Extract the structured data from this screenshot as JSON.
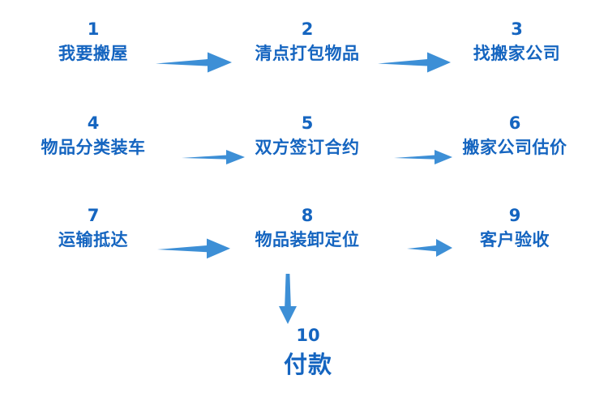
{
  "diagram": {
    "title_text": "",
    "accent_color": "#1565C0",
    "arrow_color": "#3d8fd6",
    "background": "#ffffff"
  },
  "steps": [
    {
      "number": "1",
      "label": "我要搬屋"
    },
    {
      "number": "2",
      "label": "清点打包物品"
    },
    {
      "number": "3",
      "label": "找搬家公司"
    },
    {
      "number": "4",
      "label": "物品分类装车"
    },
    {
      "number": "5",
      "label": "双方签订合约"
    },
    {
      "number": "6",
      "label": "搬家公司估价"
    },
    {
      "number": "7",
      "label": "运输抵达"
    },
    {
      "number": "8",
      "label": "物品装卸定位"
    },
    {
      "number": "9",
      "label": "客户验收"
    },
    {
      "number": "10",
      "label": "付款"
    }
  ],
  "connectors": [
    {
      "id": "arrow-1-to-2",
      "direction": "right"
    },
    {
      "id": "arrow-2-to-3",
      "direction": "right"
    },
    {
      "id": "arrow-4-to-5",
      "direction": "right"
    },
    {
      "id": "arrow-5-to-6",
      "direction": "right"
    },
    {
      "id": "arrow-7-to-8",
      "direction": "right"
    },
    {
      "id": "arrow-8-to-9",
      "direction": "right"
    },
    {
      "id": "arrow-8-to-10",
      "direction": "down"
    }
  ]
}
